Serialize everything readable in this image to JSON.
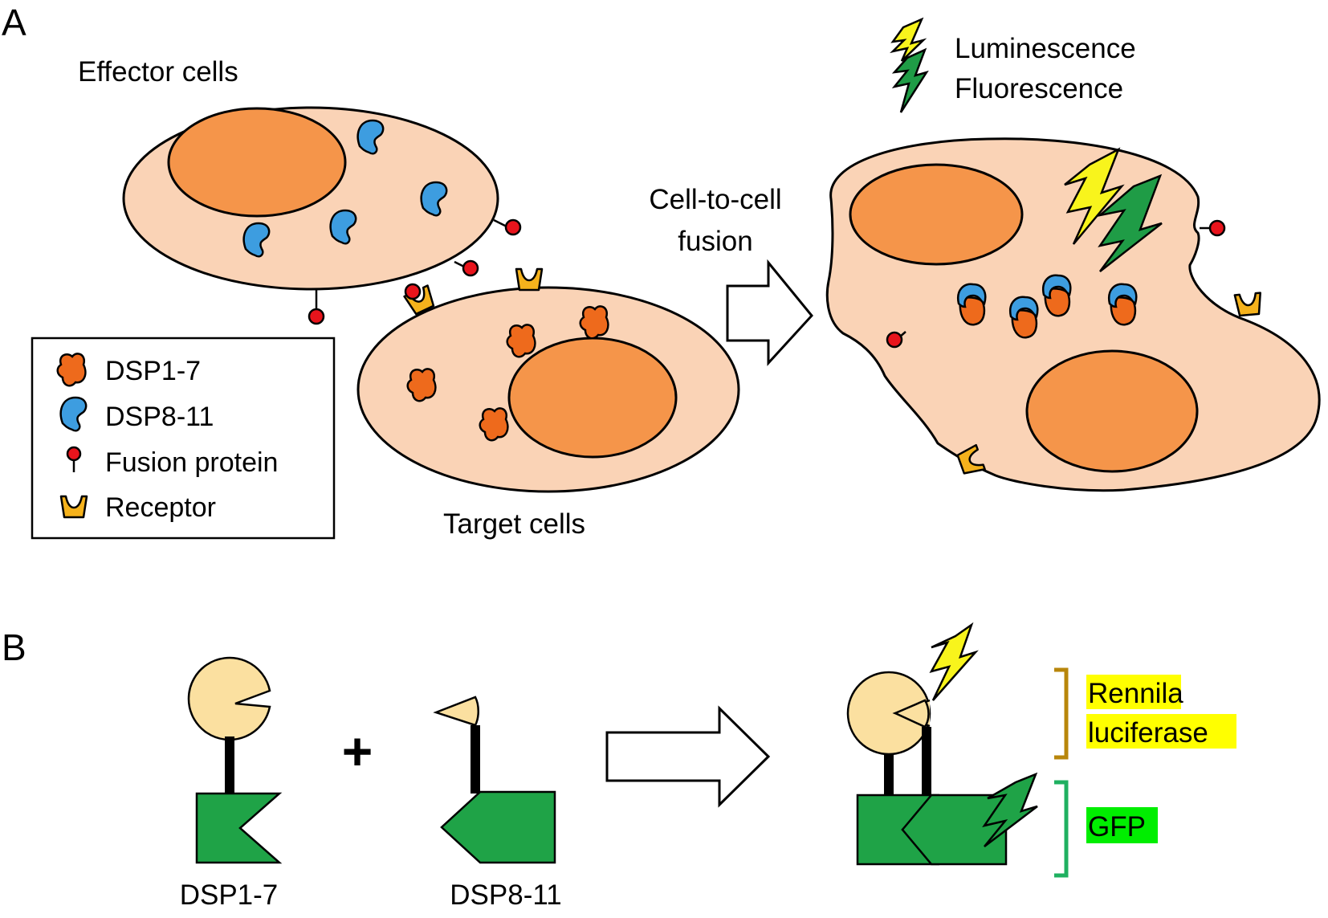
{
  "panel_a": {
    "letter": "A",
    "effector_label": "Effector cells",
    "target_label": "Target cells",
    "arrow_label_line1": "Cell-to-cell",
    "arrow_label_line2": "fusion",
    "signal_luminescence": "Luminescence",
    "signal_fluorescence": "Fluorescence",
    "legend": {
      "dsp17": "DSP1-7",
      "dsp811": "DSP8-11",
      "fusion_protein": "Fusion protein",
      "receptor": "Receptor"
    }
  },
  "panel_b": {
    "letter": "B",
    "plus": "+",
    "dsp17_label": "DSP1-7",
    "dsp811_label": "DSP8-11",
    "rennila_line1": "Rennila",
    "rennila_line2": "luciferase",
    "gfp": "GFP"
  },
  "colors": {
    "cytoplasm": "#fad3b6",
    "nucleus": "#f5954a",
    "dsp17_orange": "#ee6a1c",
    "dsp811_blue": "#3d9de0",
    "fusion_red": "#e8141c",
    "receptor_gold": "#f5b21c",
    "luciferase_light": "#fbe0a0",
    "gfp_green": "#1fa347",
    "lightning_yellow": "#f8f41c",
    "lightning_green": "#1f9c46",
    "highlight_yellow": "#ffff00",
    "highlight_green": "#00ee00",
    "bracket_gold": "#b8860b",
    "bracket_green": "#1fb060"
  }
}
